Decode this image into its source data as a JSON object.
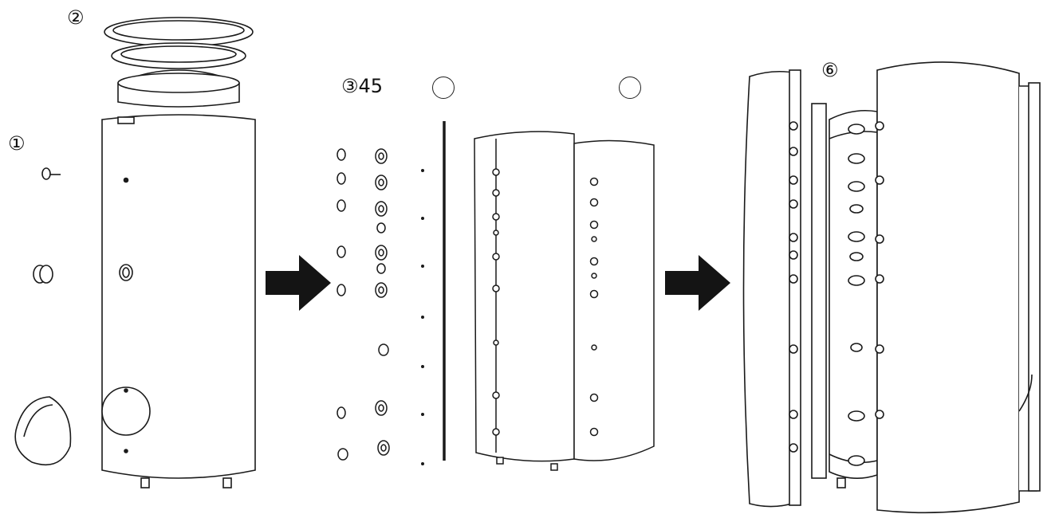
{
  "labels": {
    "step1": "①",
    "step2": "②",
    "step345": "③45",
    "step6": "⑥"
  },
  "colors": {
    "ink": "#1a1a1a",
    "arrow": "#141414",
    "fill": "#ffffff",
    "accent_dark": "#2a2a2a"
  },
  "icons": [
    "right-arrow-icon",
    "right-arrow-icon"
  ]
}
